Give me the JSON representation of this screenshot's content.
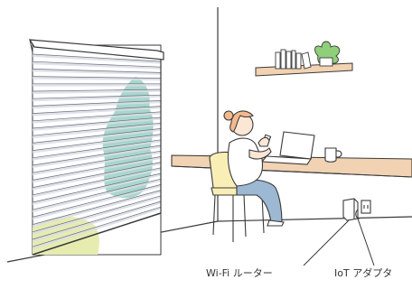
{
  "labels": {
    "wifi_router": "Wi-Fi ルーター",
    "iot_adapter": "IoT アダプタ"
  },
  "colors": {
    "line": "#3a3a3a",
    "desk_wood": "#f1d2b2",
    "shelf_wood": "#f1d2b2",
    "chair": "#f9efb6",
    "hair": "#f3b98e",
    "skin": "#fce6d4",
    "shirt": "#ffffff",
    "pants": "#9cb8d3",
    "tree": "#9dd3c8",
    "grass": "#e6ecb0",
    "plant": "#8fcf7a",
    "blind_frame": "#ffffff",
    "slat_shade": "#d9dde6"
  },
  "icons": [
    "roller-blind",
    "laptop",
    "coffee-mug",
    "smartphone",
    "wifi-router",
    "iot-adapter",
    "books",
    "potted-plant"
  ]
}
